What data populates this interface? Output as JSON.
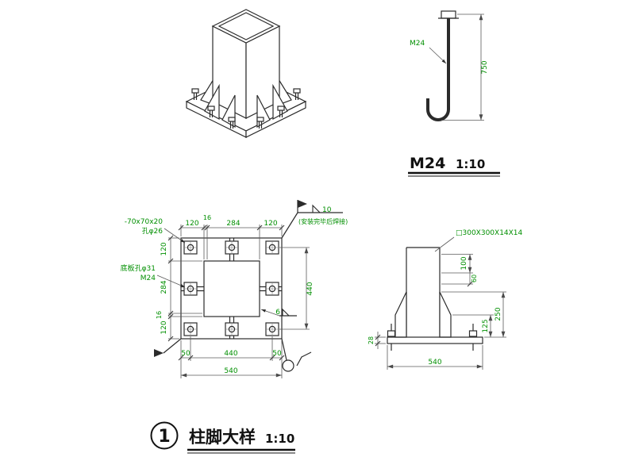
{
  "colors": {
    "dimension_text": "#008f00",
    "line": "#2b2b2b"
  },
  "bolt_detail": {
    "label": "M24",
    "dim_length": "750",
    "title": "M24",
    "scale": "1:10"
  },
  "plan": {
    "ann_washer_plate": "-70x70x20",
    "ann_washer_hole": "孔φ26",
    "ann_base_hole": "底板孔φ31",
    "ann_bolt": "M24",
    "weld_size_flag": "10",
    "weld_note": "(安装完毕后焊接)",
    "weld_size_side": "6",
    "dims_top": [
      "120",
      "16",
      "284",
      "120"
    ],
    "dims_left": [
      "120",
      "284",
      "16",
      "120"
    ],
    "dim_right": "440",
    "dims_bottom": [
      "50",
      "440",
      "50"
    ],
    "dim_total": "540"
  },
  "elevation": {
    "column_label": "□300X300X14X14",
    "dim_a": "100",
    "dim_b": "60",
    "dim_c": "125",
    "dim_d": "250",
    "dim_plate_thickness": "28",
    "dim_width": "540"
  },
  "title_block": {
    "bubble_number": "1",
    "title": "柱脚大样",
    "scale": "1:10"
  }
}
